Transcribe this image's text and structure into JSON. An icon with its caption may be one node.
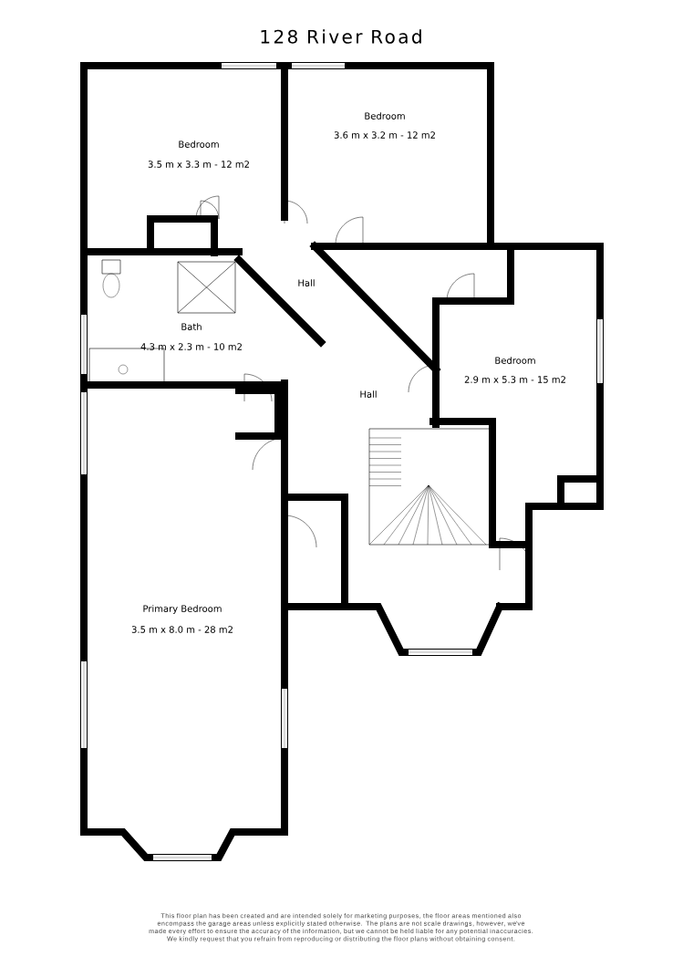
{
  "diagram": {
    "title": "128 River Road",
    "caption": "This floor plan has been created and are intended solely for marketing purposes, the floor areas mentioned also encompass the garage areas unless explicitly stated otherwise. The plans are not scale drawings, however, we've made every effort to ensure the accuracy of the information, but we cannot be held liable for any potential inaccuracies. We kindly request that you refrain from reproducing or distributing the floor plans without obtaining consent.",
    "labels": [
      "Bedroom",
      "3.5 m x 3.3 m - 12 m2",
      "Bedroom",
      "3.6 m x 3.2 m - 12 m2",
      "Hall",
      "Bath",
      "4.3 m x 2.3 m - 10 m2",
      "Hall",
      "Bedroom",
      "2.9 m x 5.3 m - 15 m2",
      "Primary Bedroom",
      "3.5 m x 8.0 m - 28 m2"
    ]
  }
}
